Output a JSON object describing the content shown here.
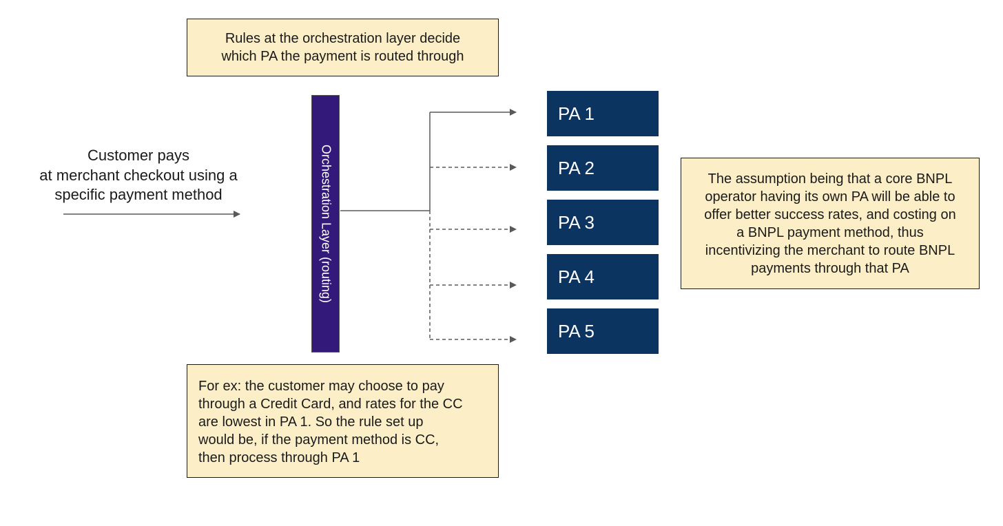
{
  "top_note": {
    "lines": [
      "Rules at the orchestration layer decide",
      "which PA the payment is routed through"
    ]
  },
  "customer": {
    "lines": [
      "Customer pays",
      "at merchant checkout using a",
      "specific payment method"
    ]
  },
  "orchestration_layer": {
    "label": "Orchestration Layer (routing)"
  },
  "payment_aggregators": [
    {
      "label": "PA 1",
      "route": "solid"
    },
    {
      "label": "PA 2",
      "route": "dashed"
    },
    {
      "label": "PA 3",
      "route": "dashed"
    },
    {
      "label": "PA 4",
      "route": "dashed"
    },
    {
      "label": "PA 5",
      "route": "dashed"
    }
  ],
  "right_note": {
    "lines": [
      "The assumption being that a core BNPL",
      "operator having its own PA will be able to",
      "offer better success rates, and costing on",
      "a BNPL payment method, thus",
      "incentivizing the merchant to route BNPL",
      "payments through that PA"
    ]
  },
  "bottom_note": {
    "lines": [
      "For ex: the customer may choose to pay",
      "through a Credit Card, and rates for the CC",
      "are lowest in PA 1. So the rule set up",
      "would be, if the payment method is CC,",
      "then process through PA 1"
    ]
  },
  "colors": {
    "note_fill": "#fcefc7",
    "orchestration_fill": "#33197a",
    "pa_fill": "#0c3461",
    "connector": "#595959"
  }
}
